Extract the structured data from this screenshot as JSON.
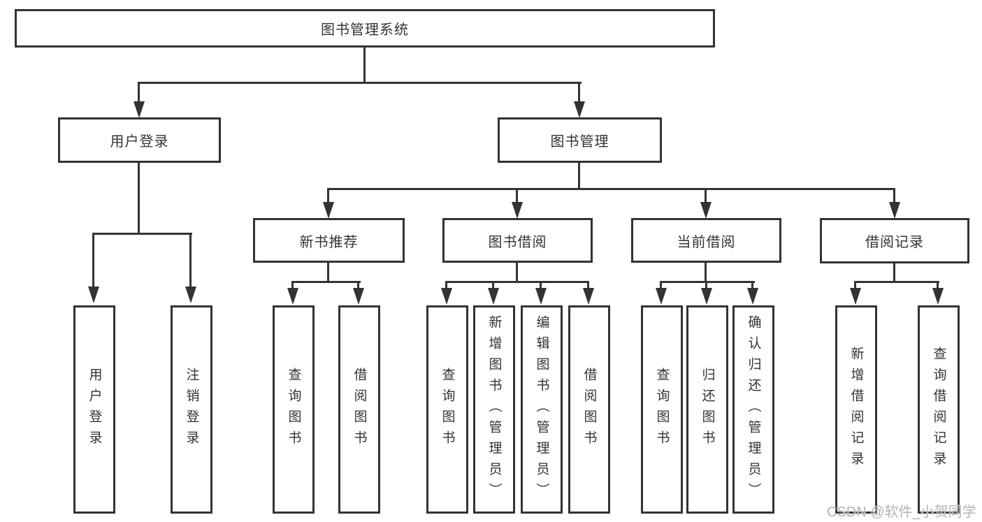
{
  "diagram": {
    "root": {
      "label": "图书管理系统"
    },
    "branches": [
      {
        "label": "用户登录",
        "children": [
          {
            "label": "用户登录"
          },
          {
            "label": "注销登录"
          }
        ]
      },
      {
        "label": "图书管理",
        "children": [
          {
            "label": "新书推荐",
            "children": [
              {
                "label": "查询图书"
              },
              {
                "label": "借阅图书"
              }
            ]
          },
          {
            "label": "图书借阅",
            "children": [
              {
                "label": "查询图书"
              },
              {
                "label": "新增图书（管理员）"
              },
              {
                "label": "编辑图书（管理员）"
              },
              {
                "label": "借阅图书"
              }
            ]
          },
          {
            "label": "当前借阅",
            "children": [
              {
                "label": "查询图书"
              },
              {
                "label": "归还图书"
              },
              {
                "label": "确认归还（管理员）"
              }
            ]
          },
          {
            "label": "借阅记录",
            "children": [
              {
                "label": "新增借阅记录"
              },
              {
                "label": "查询借阅记录"
              }
            ]
          }
        ]
      }
    ]
  },
  "watermark": {
    "text": "CSDN @软件_小贺同学"
  },
  "colors": {
    "line": "#333333",
    "box_border": "#333333",
    "box_fill": "#ffffff",
    "text": "#333333",
    "watermark": "#b3b3b3",
    "background": "#ffffff"
  }
}
